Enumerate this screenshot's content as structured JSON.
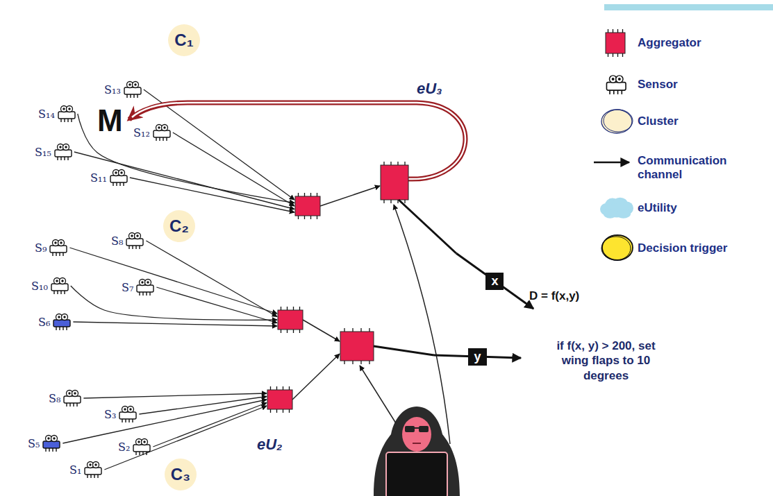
{
  "diagram": {
    "nodes": [
      {
        "text": [
          "C₁"
        ]
      },
      {
        "text": [
          "S₁₃"
        ],
        "in": 0
      },
      {
        "text": [
          "S₁₄"
        ],
        "in": 0
      },
      {
        "text": [
          "S₁₂"
        ],
        "in": 0
      },
      {
        "text": [
          "S₁₅"
        ],
        "in": 0
      },
      {
        "text": [
          "S₁₁"
        ],
        "in": 0
      },
      {
        "text": [
          "C₂"
        ]
      },
      {
        "text": [
          "S₉"
        ],
        "in": 6
      },
      {
        "text": [
          "S₈"
        ],
        "in": 6
      },
      {
        "text": [
          "S₁₀"
        ],
        "in": 6
      },
      {
        "text": [
          "S₇"
        ],
        "in": 6
      },
      {
        "text": [
          "S₆"
        ],
        "in": 6
      },
      {
        "text": [
          "C₃"
        ]
      },
      {
        "text": [
          "S₈"
        ],
        "in": 12
      },
      {
        "text": [
          "S₃"
        ],
        "in": 12
      },
      {
        "text": [
          "S₅"
        ],
        "in": 12
      },
      {
        "text": [
          "S₂"
        ],
        "in": 12
      },
      {
        "text": [
          "S₁"
        ],
        "in": 12
      },
      {
        "text": [
          "eU₃"
        ]
      },
      {
        "text": [
          "eU₂"
        ]
      },
      {
        "text": [
          "D = f(x,y)",
          "if f(x, y) > 200, set wing flaps to 10 degrees"
        ]
      }
    ],
    "edges": [
      {
        "from": 18,
        "to": 20,
        "label": "x",
        "arrow": "to"
      },
      {
        "from": 19,
        "to": 20,
        "label": "y",
        "arrow": "to"
      }
    ],
    "labels": [
      "M"
    ],
    "legend": [
      {
        "text": "Aggregator"
      },
      {
        "text": "Sensor"
      },
      {
        "text": "Cluster"
      },
      {
        "text": "Communication channel"
      },
      {
        "text": "eUtility"
      },
      {
        "text": "Decision trigger"
      }
    ]
  }
}
